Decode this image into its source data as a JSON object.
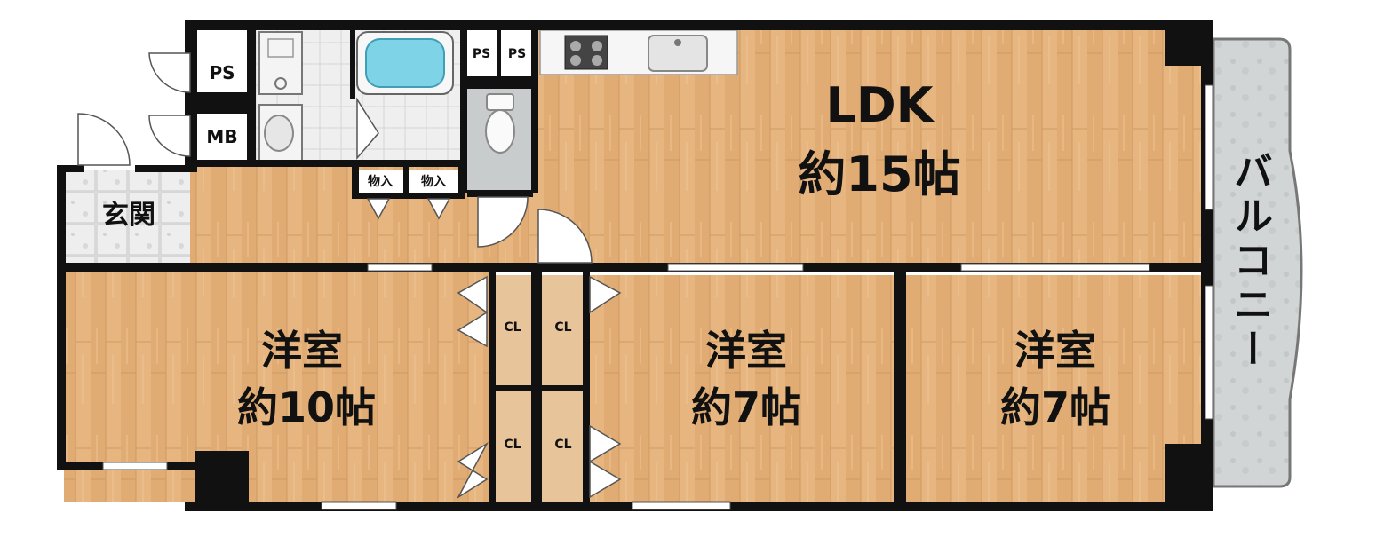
{
  "rooms": {
    "ldk_name": "LDK",
    "ldk_size": "約15帖",
    "western1_name": "洋室",
    "western1_size": "約10帖",
    "western2_name": "洋室",
    "western2_size": "約7帖",
    "western3_name": "洋室",
    "western3_size": "約7帖",
    "entrance": "玄関",
    "balcony": "バルコニー"
  },
  "labels": {
    "ps1": "PS",
    "ps2": "PS",
    "ps3": "PS",
    "mb": "MB",
    "storage1": "物入",
    "storage2": "物入",
    "cl1": "CL",
    "cl2": "CL",
    "cl3": "CL",
    "cl4": "CL"
  },
  "colors": {
    "wall": "#111111",
    "floor_wood": "#e6b47f",
    "floor_wood_dark": "#d9a26a",
    "tile_gray": "#e4e4e4",
    "bath_water": "#7fd3e6",
    "balcony": "#cfd2d2",
    "toilet_floor": "#c9cccd",
    "closet_wood": "#e8c9a0"
  }
}
